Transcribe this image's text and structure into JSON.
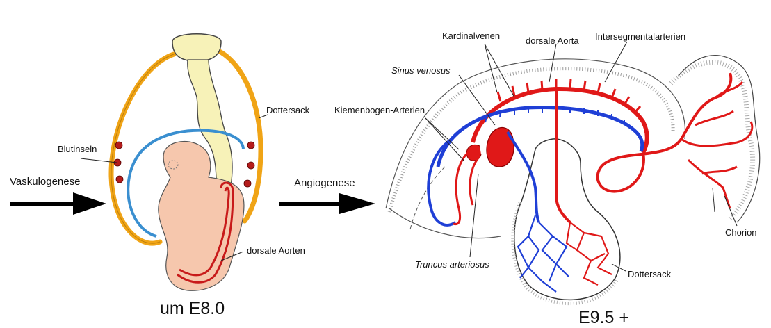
{
  "left_panel": {
    "title": "um E8.0",
    "arrow_label": "Vaskulogenese",
    "labels": {
      "blood_islands": "Blutinseln",
      "yolk_sac": "Dottersack",
      "dorsal_aortae": "dorsale Aorten"
    }
  },
  "right_panel": {
    "title": "E9.5 +",
    "arrow_label": "Angiogenese",
    "labels": {
      "cardinal_veins": "Kardinalvenen",
      "dorsal_aorta": "dorsale Aorta",
      "intersegmental_arteries": "Intersegmentalarterien",
      "sinus_venosus": "Sinus venosus",
      "branchial_arch_arteries": "Kiemenbogen-Arterien",
      "truncus_arteriosus": "Truncus arteriosus",
      "yolk_sac": "Dottersack",
      "chorion": "Chorion"
    }
  },
  "colors": {
    "artery": "#e01818",
    "vein": "#1f3fd6",
    "embryo": "#f6c7ad",
    "yolk_sac_wall": "#f0a416",
    "allantois": "#f7f2b8",
    "amnion": "#3a8fd0",
    "blood_island": "#b41c1c",
    "arrow": "#000000"
  }
}
